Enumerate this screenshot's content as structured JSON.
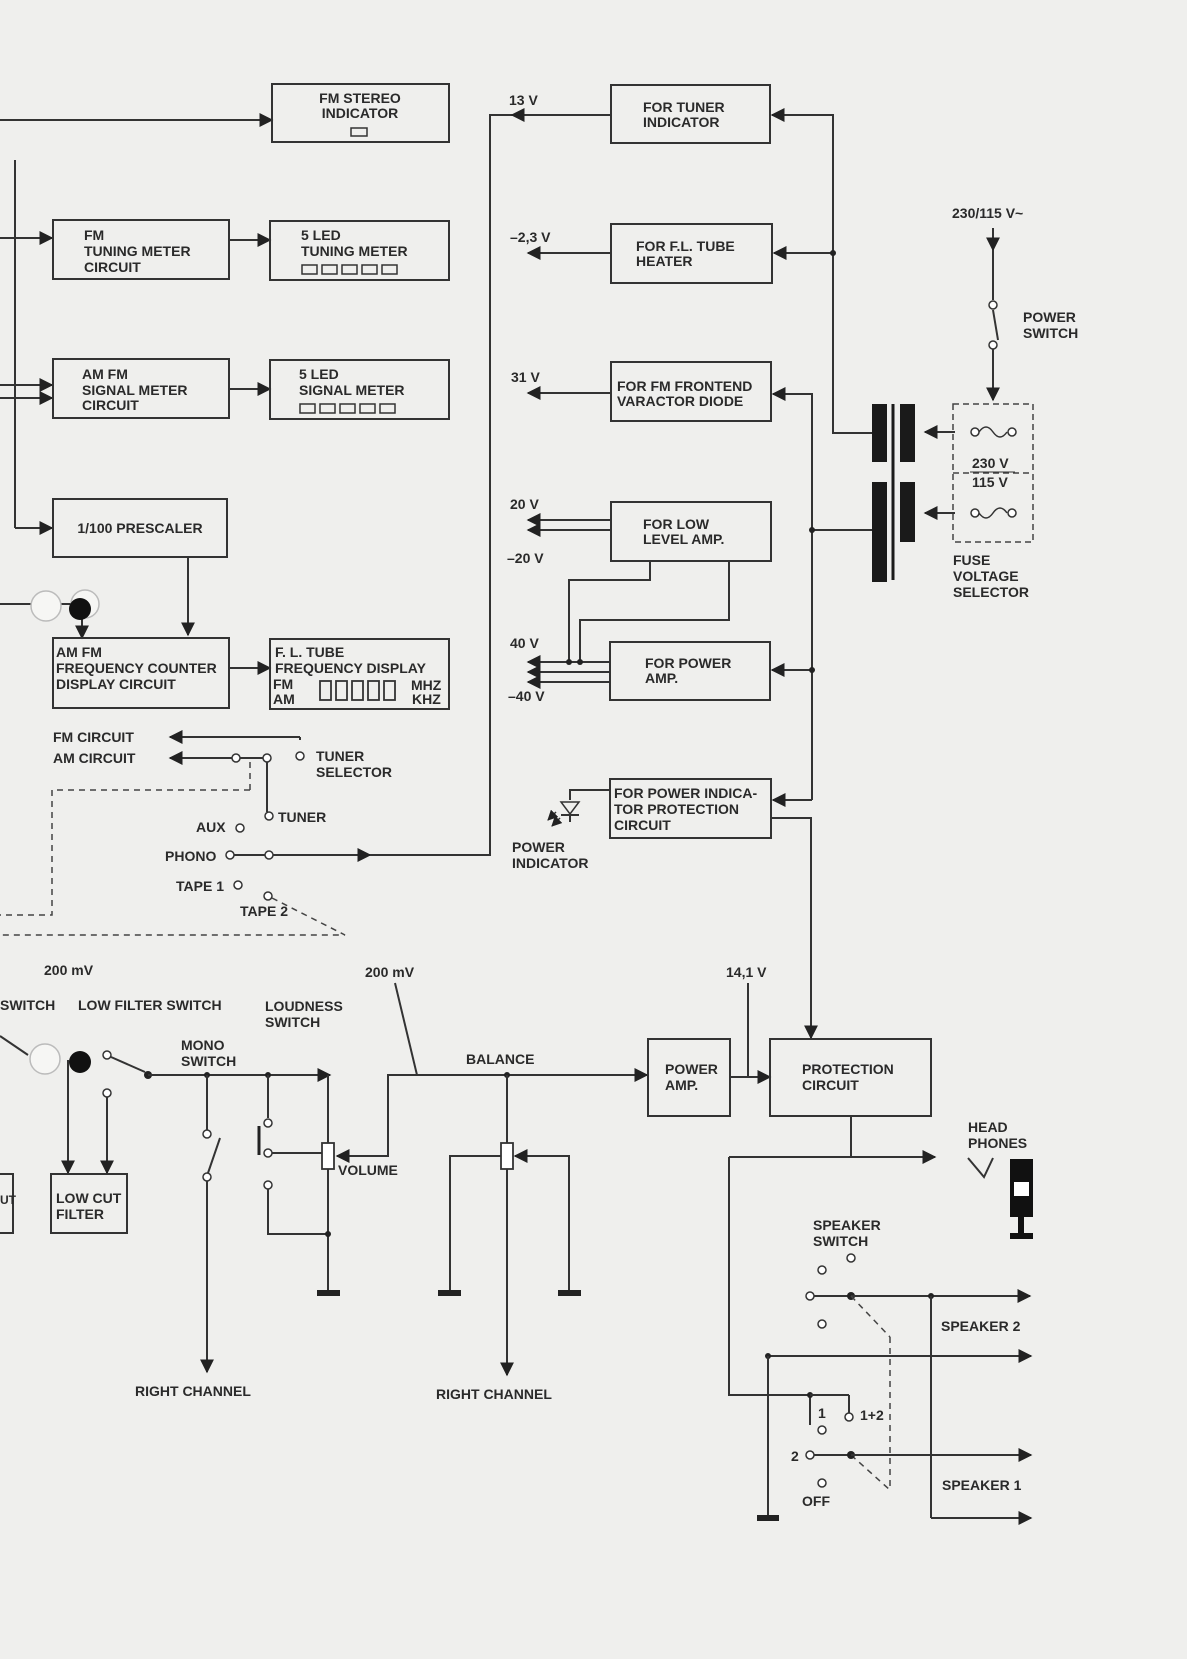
{
  "blocks": {
    "fm_stereo_indicator": [
      "FM STEREO",
      "INDICATOR"
    ],
    "fm_tuning_meter_circuit": [
      "FM",
      "TUNING METER",
      "CIRCUIT"
    ],
    "led_tuning_meter": [
      "5 LED",
      "TUNING METER"
    ],
    "am_fm_signal_meter_circuit": [
      "AM FM",
      "SIGNAL METER",
      "CIRCUIT"
    ],
    "led_signal_meter": [
      "5 LED",
      "SIGNAL METER"
    ],
    "prescaler": [
      "1/100 PRESCALER"
    ],
    "frequency_counter": [
      "AM FM",
      "FREQUENCY COUNTER",
      "DISPLAY CIRCUIT"
    ],
    "fl_tube_display": [
      "F. L. TUBE",
      "FREQUENCY DISPLAY"
    ],
    "for_tuner_indicator": [
      "FOR TUNER",
      "INDICATOR"
    ],
    "for_fl_tube_heater": [
      "FOR F.L. TUBE",
      "HEATER"
    ],
    "for_fm_frontend": [
      "FOR FM FRONTEND",
      "VARACTOR DIODE"
    ],
    "for_low_level_amp": [
      "FOR LOW",
      "LEVEL AMP."
    ],
    "for_power_amp": [
      "FOR POWER",
      "AMP."
    ],
    "for_power_indicator": [
      "FOR POWER INDICA-",
      "TOR PROTECTION",
      "CIRCUIT"
    ],
    "power_amp": [
      "POWER",
      "AMP."
    ],
    "protection_circuit": [
      "PROTECTION",
      "CIRCUIT"
    ],
    "low_cut_filter": [
      "LOW CUT",
      "FILTER"
    ],
    "left_partial_box": [
      "UT"
    ]
  },
  "display": {
    "fm": "FM",
    "am": "AM",
    "mhz": "MHZ",
    "khz": "KHZ"
  },
  "voltages": {
    "v13": "13 V",
    "v2_3": "–2,3 V",
    "v31": "31 V",
    "v20": "20 V",
    "vm20": "–20 V",
    "v40": "40 V",
    "vm40": "–40 V",
    "mains": "230/115 V~",
    "v230": "230 V",
    "v115": "115 V",
    "sig200_left": "200 mV",
    "sig200_mid": "200 mV",
    "v14_1": "14,1 V"
  },
  "labels": {
    "power_switch": [
      "POWER",
      "SWITCH"
    ],
    "fuse_selector": [
      "FUSE",
      "VOLTAGE",
      "SELECTOR"
    ],
    "power_indicator": [
      "POWER",
      "INDICATOR"
    ],
    "fm_circuit": "FM CIRCUIT",
    "am_circuit": "AM CIRCUIT",
    "tuner_selector": [
      "TUNER",
      "SELECTOR"
    ],
    "aux": "AUX",
    "tuner": "TUNER",
    "phono": "PHONO",
    "tape1": "TAPE 1",
    "tape2": "TAPE 2",
    "switch_left": "SWITCH",
    "low_filter_switch": "LOW FILTER SWITCH",
    "loudness_switch": [
      "LOUDNESS",
      "SWITCH"
    ],
    "mono_switch": [
      "MONO",
      "SWITCH"
    ],
    "balance": "BALANCE",
    "volume": "VOLUME",
    "right_channel_1": "RIGHT CHANNEL",
    "right_channel_2": "RIGHT CHANNEL",
    "headphones": [
      "HEAD",
      "PHONES"
    ],
    "speaker_switch": [
      "SPEAKER",
      "SWITCH"
    ],
    "speaker2": "SPEAKER 2",
    "speaker1": "SPEAKER 1",
    "pos1": "1",
    "pos12": "1+2",
    "pos2": "2",
    "off": "OFF"
  }
}
